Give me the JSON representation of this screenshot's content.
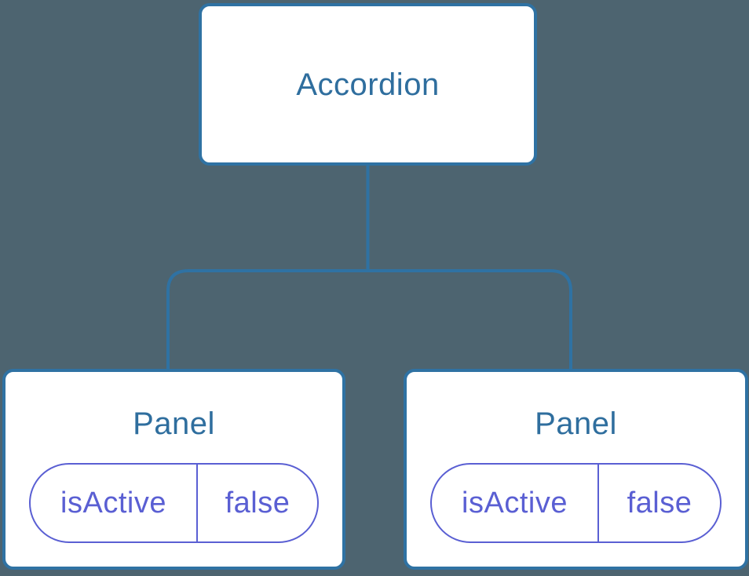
{
  "tree": {
    "root": {
      "label": "Accordion"
    },
    "children": [
      {
        "label": "Panel",
        "state_key": "isActive",
        "state_value": "false"
      },
      {
        "label": "Panel",
        "state_key": "isActive",
        "state_value": "false"
      }
    ]
  },
  "colors": {
    "background": "#4D6470",
    "node-fill": "#FFFFFF",
    "node-border": "#2F72A3",
    "node-label": "#2F6E9E",
    "connector": "#2F72A3",
    "state-accent": "#5A5FD3"
  }
}
